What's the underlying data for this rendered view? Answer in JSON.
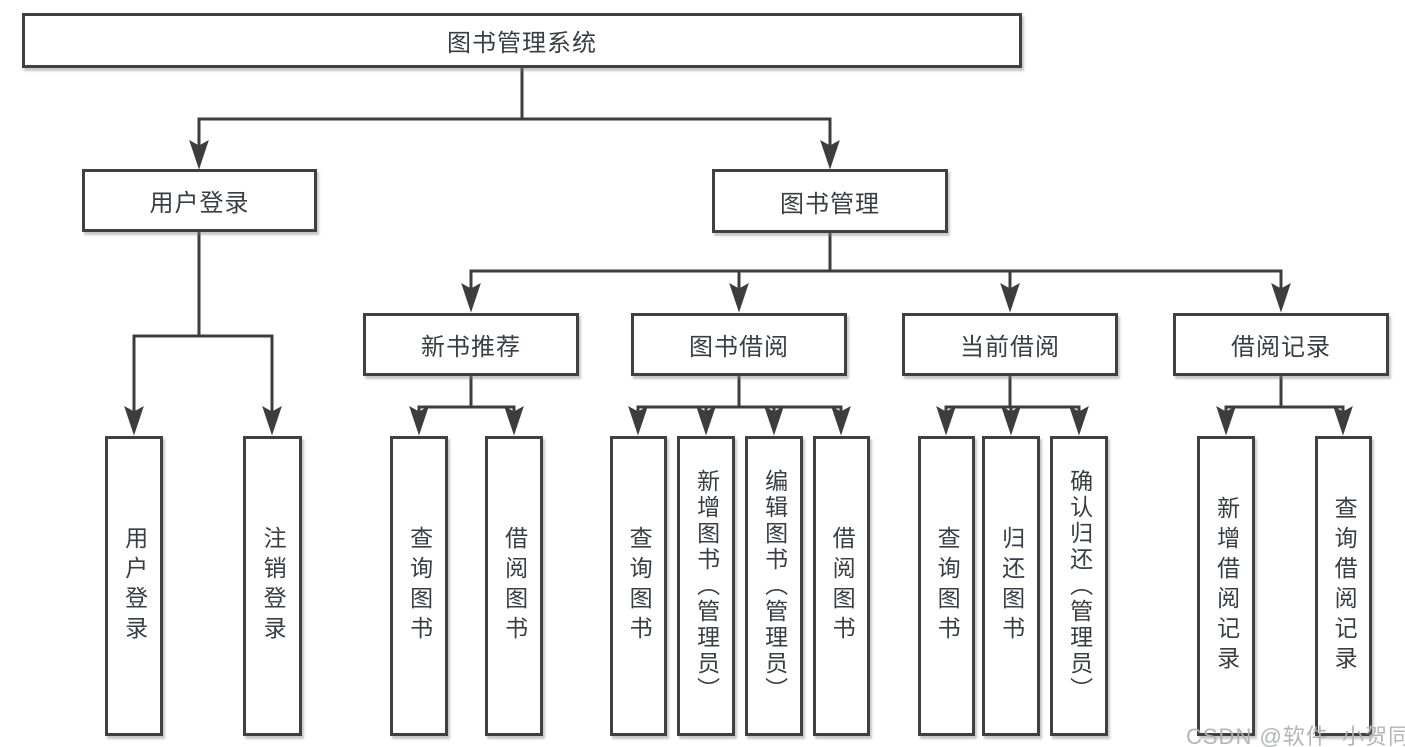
{
  "diagram": {
    "root": {
      "label": "图书管理系统"
    },
    "branches": [
      {
        "label": "用户登录",
        "children": [
          {
            "label": "用户登录"
          },
          {
            "label": "注销登录"
          }
        ]
      },
      {
        "label": "图书管理",
        "children": [
          {
            "label": "新书推荐",
            "children": [
              {
                "label": "查询图书"
              },
              {
                "label": "借阅图书"
              }
            ]
          },
          {
            "label": "图书借阅",
            "children": [
              {
                "label": "查询图书"
              },
              {
                "label": "新增图书（管理员）"
              },
              {
                "label": "编辑图书（管理员）"
              },
              {
                "label": "借阅图书"
              }
            ]
          },
          {
            "label": "当前借阅",
            "children": [
              {
                "label": "查询图书"
              },
              {
                "label": "归还图书"
              },
              {
                "label": "确认归还（管理员）"
              }
            ]
          },
          {
            "label": "借阅记录",
            "children": [
              {
                "label": "新增借阅记录"
              },
              {
                "label": "查询借阅记录"
              }
            ]
          }
        ]
      }
    ]
  },
  "watermark": {
    "text": "CSDN @软件_小贺同学"
  },
  "colors": {
    "line": "#3d3d3d",
    "node_border": "#404040",
    "node_text": "#3b3d45",
    "watermark": "#afb1b5",
    "background": "#ffffff"
  }
}
